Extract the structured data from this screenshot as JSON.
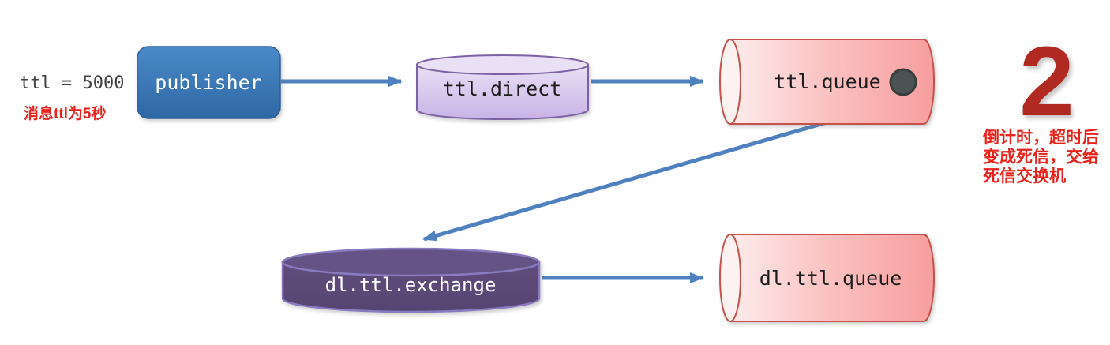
{
  "left_note": {
    "code": "ttl = 5000",
    "label": "消息ttl为5秒"
  },
  "nodes": {
    "publisher": "publisher",
    "ttl_direct": "ttl.direct",
    "ttl_queue": "ttl.queue",
    "dl_ttl_exchange": "dl.ttl.exchange",
    "dl_ttl_queue": "dl.ttl.queue"
  },
  "right_note": {
    "number": "2",
    "lines": [
      "倒计时，超时后",
      "变成死信，交给",
      "死信交换机"
    ]
  },
  "colors": {
    "arrow_blue": "#4e81bd",
    "publisher_blue": "#3d78b8",
    "exchange_lavender": "#d6c3ec",
    "exchange_dark_purple": "#5d4a78",
    "queue_pink": "#f9a9a9",
    "queue_stroke_red": "#c5524c",
    "note_red": "#e8231c",
    "number_red": "#b12a22",
    "code_gray": "#424242",
    "message_dot": "#4c5253"
  }
}
